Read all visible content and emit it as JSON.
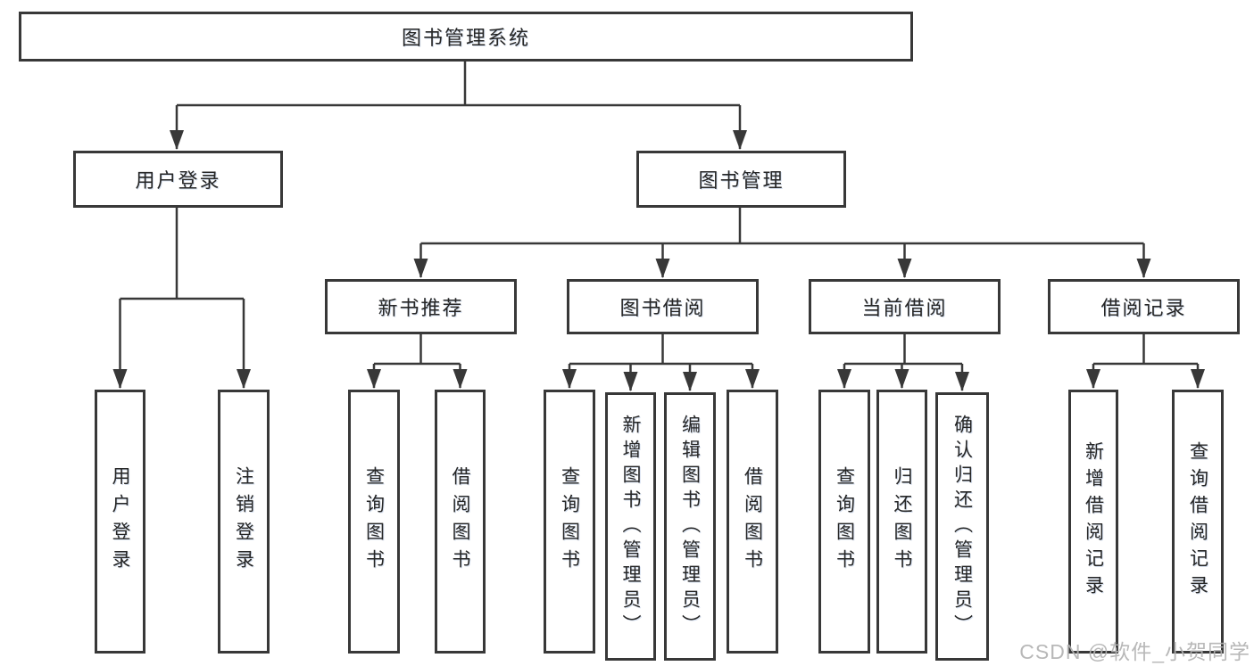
{
  "diagram": {
    "title": "图书管理系统",
    "level1": [
      "用户登录",
      "图书管理"
    ],
    "level2": [
      "新书推荐",
      "图书借阅",
      "当前借阅",
      "借阅记录"
    ],
    "leaves": [
      "用户登录",
      "注销登录",
      "查询图书",
      "借阅图书",
      "查询图书",
      "新增图书（管理员）",
      "编辑图书（管理员）",
      "借阅图书",
      "查询图书",
      "归还图书",
      "确认归还（管理员）",
      "新增借阅记录",
      "查询借阅记录"
    ]
  },
  "watermark": "CSDN @软件_小贺同学",
  "colors": {
    "line": "#383838",
    "box_border": "#383838",
    "text": "#262626",
    "background": "#ffffff",
    "watermark": "#b2b2b2"
  }
}
